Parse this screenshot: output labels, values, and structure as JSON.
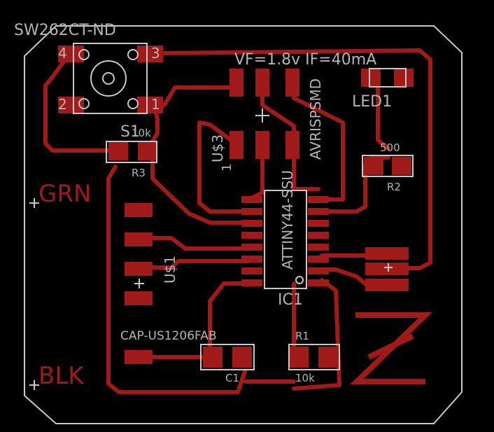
{
  "colors": {
    "copper": "#a01a1a",
    "silk": "#b4b4b4",
    "background": "#000000",
    "outline": "#c8c8c8"
  },
  "labels": {
    "switch_part": "SW262CT-ND",
    "vf_note": "VF=1.8v IF=40mA",
    "led_ref": "LED1",
    "avrispsmd": "AVRISPSMD",
    "attiny": "ATTINY44-SSU",
    "usb3": "U$3",
    "pin1": "1",
    "switch_ref": "S1",
    "r3_val": "10k",
    "r3_ref": "R3",
    "r2_val": "500",
    "r2_ref": "R2",
    "grn": "GRN",
    "blk": "BLK",
    "usb1": "U$1",
    "ic_ref": "IC1",
    "cap_part": "CAP-US1206FAB",
    "c1_ref": "C1",
    "r1_ref": "R1",
    "r1_val": "10k",
    "sw_pin4": "4",
    "sw_pin3": "3",
    "sw_pin2": "2",
    "sw_pin1": "1"
  }
}
